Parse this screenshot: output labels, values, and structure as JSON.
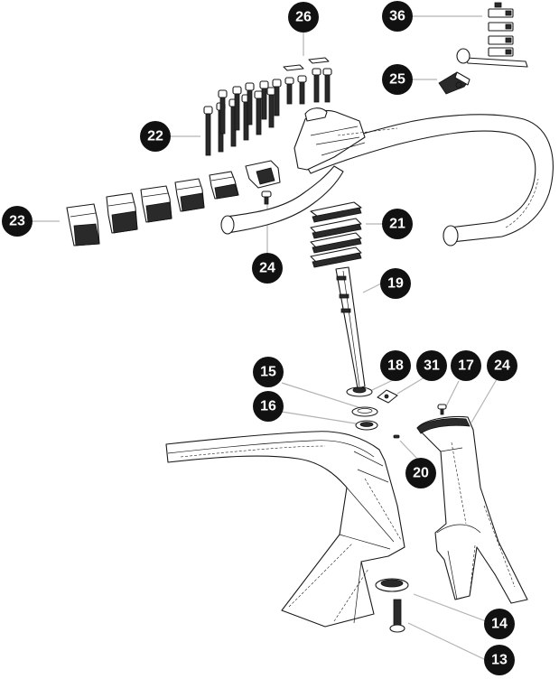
{
  "diagram": {
    "callouts": [
      {
        "id": "c26",
        "label": "26"
      },
      {
        "id": "c36",
        "label": "36"
      },
      {
        "id": "c25",
        "label": "25"
      },
      {
        "id": "c22",
        "label": "22"
      },
      {
        "id": "c23",
        "label": "23"
      },
      {
        "id": "c21",
        "label": "21"
      },
      {
        "id": "c24a",
        "label": "24"
      },
      {
        "id": "c19",
        "label": "19"
      },
      {
        "id": "c15",
        "label": "15"
      },
      {
        "id": "c18",
        "label": "18"
      },
      {
        "id": "c31",
        "label": "31"
      },
      {
        "id": "c17",
        "label": "17"
      },
      {
        "id": "c24b",
        "label": "24"
      },
      {
        "id": "c16",
        "label": "16"
      },
      {
        "id": "c20",
        "label": "20"
      },
      {
        "id": "c14",
        "label": "14"
      },
      {
        "id": "c13",
        "label": "13"
      }
    ],
    "colors": {
      "badge": "#111111",
      "badge_text": "#ffffff",
      "leader": "#b3b3b3",
      "linework": "#1a1a1a"
    }
  }
}
